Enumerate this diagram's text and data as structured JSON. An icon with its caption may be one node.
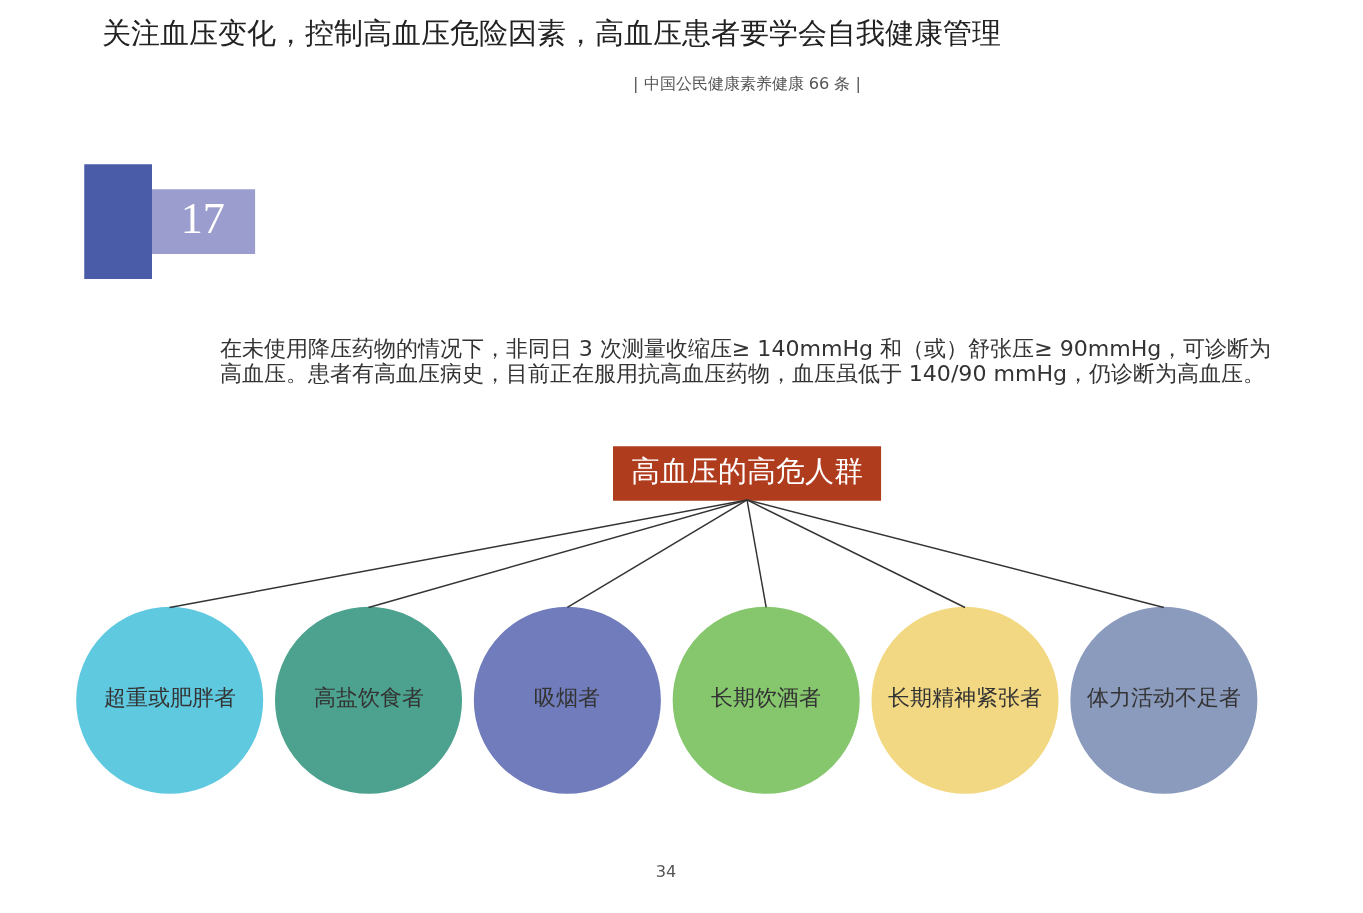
{
  "diagram": {
    "title": "关注血压变化，控制高血压危险因素，高血压患者要学会自我健康管理",
    "nodes": [
      {
        "text": [
          "17"
        ]
      },
      {
        "text": [
          "高血压的高危人群"
        ]
      },
      {
        "text": [
          "超重或肥胖者"
        ]
      },
      {
        "text": [
          "高盐饮食者"
        ]
      },
      {
        "text": [
          "吸烟者"
        ]
      },
      {
        "text": [
          "长期饮酒者"
        ]
      },
      {
        "text": [
          "长期精神紧张者"
        ]
      },
      {
        "text": [
          "体力活动不足者"
        ]
      }
    ],
    "edges": [
      {
        "from": 1,
        "to": 2,
        "arrow": "none"
      },
      {
        "from": 1,
        "to": 3,
        "arrow": "none"
      },
      {
        "from": 1,
        "to": 4,
        "arrow": "none"
      },
      {
        "from": 1,
        "to": 5,
        "arrow": "none"
      },
      {
        "from": 1,
        "to": 6,
        "arrow": "none"
      },
      {
        "from": 1,
        "to": 7,
        "arrow": "none"
      }
    ],
    "labels": [
      "| 中国公民健康素养健康 66 条 |",
      "在未使用降压药物的情况下，非同日 3 次测量收缩压≥ 140mmHg 和（或）舒张压≥ 90mmHg，可诊断为高血压。患者有高血压病史，目前正在服用抗高血压药物，血压虽低于 140/90 mmHg，仍诊断为高血压。",
      "34"
    ]
  }
}
